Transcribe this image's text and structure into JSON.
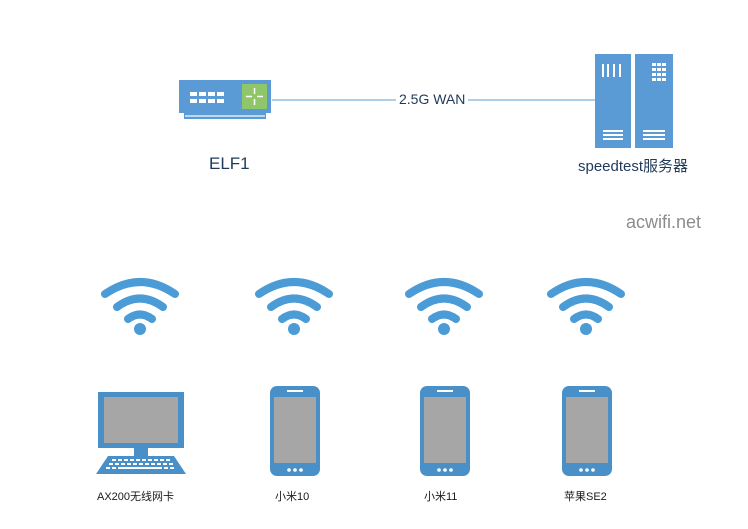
{
  "nodes": {
    "router": {
      "label": "ELF1"
    },
    "server": {
      "label": "speedtest服务器"
    }
  },
  "link": {
    "label": "2.5G WAN"
  },
  "watermark": "acwifi.net",
  "clients": [
    {
      "label": "AX200无线网卡",
      "type": "laptop"
    },
    {
      "label": "小米10",
      "type": "phone"
    },
    {
      "label": "小米11",
      "type": "phone"
    },
    {
      "label": "苹果SE2",
      "type": "phone"
    }
  ],
  "colors": {
    "device_blue": "#5b9bd5",
    "device_dark": "#2e6da4",
    "screen_grey": "#a6a6a6",
    "switch_green": "#8fc66a",
    "wifi_blue": "#4a9bd6"
  }
}
